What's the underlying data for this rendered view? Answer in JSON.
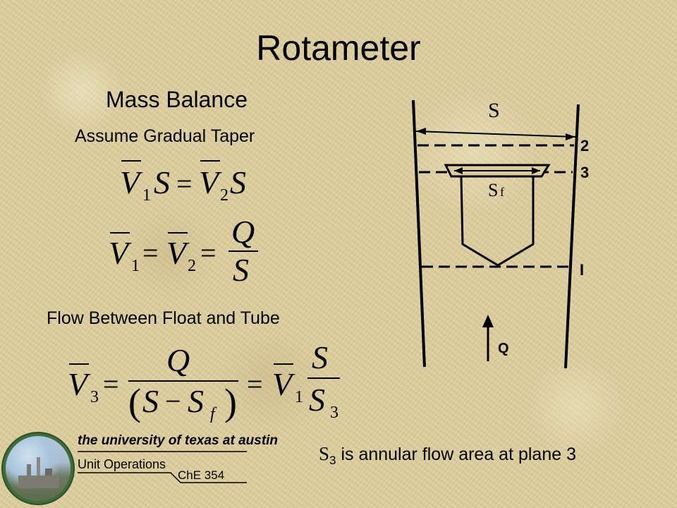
{
  "slide": {
    "title": "Rotameter",
    "subtitle": "Mass Balance",
    "assumption": "Assume Gradual Taper",
    "flow_heading": "Flow Between Float and Tube",
    "note": {
      "symbol": "S",
      "subscript": "3",
      "text": " is annular flow area at plane 3"
    }
  },
  "equations": {
    "eq1": {
      "v": "V",
      "sub1": "1",
      "s": "S",
      "eq": "=",
      "sub2": "2"
    },
    "eq2": {
      "v": "V",
      "sub1": "1",
      "sub2": "2",
      "eq": "=",
      "q": "Q",
      "s": "S"
    },
    "eq3": {
      "v": "V",
      "sub3": "3",
      "sub1": "1",
      "eq": "=",
      "q": "Q",
      "lparen": "(",
      "rparen": ")",
      "s": "S",
      "minus": "−",
      "sf_sub": "f"
    }
  },
  "diagram": {
    "labels": {
      "tube_width": "S",
      "float_width": "S",
      "float_sub": "f",
      "plane_2": "2",
      "plane_3": "3",
      "plane_1": "I",
      "flow": "Q"
    }
  },
  "logo": {
    "university": "the university of texas at austin",
    "program": "Unit Operations",
    "course": "ChE 354"
  }
}
